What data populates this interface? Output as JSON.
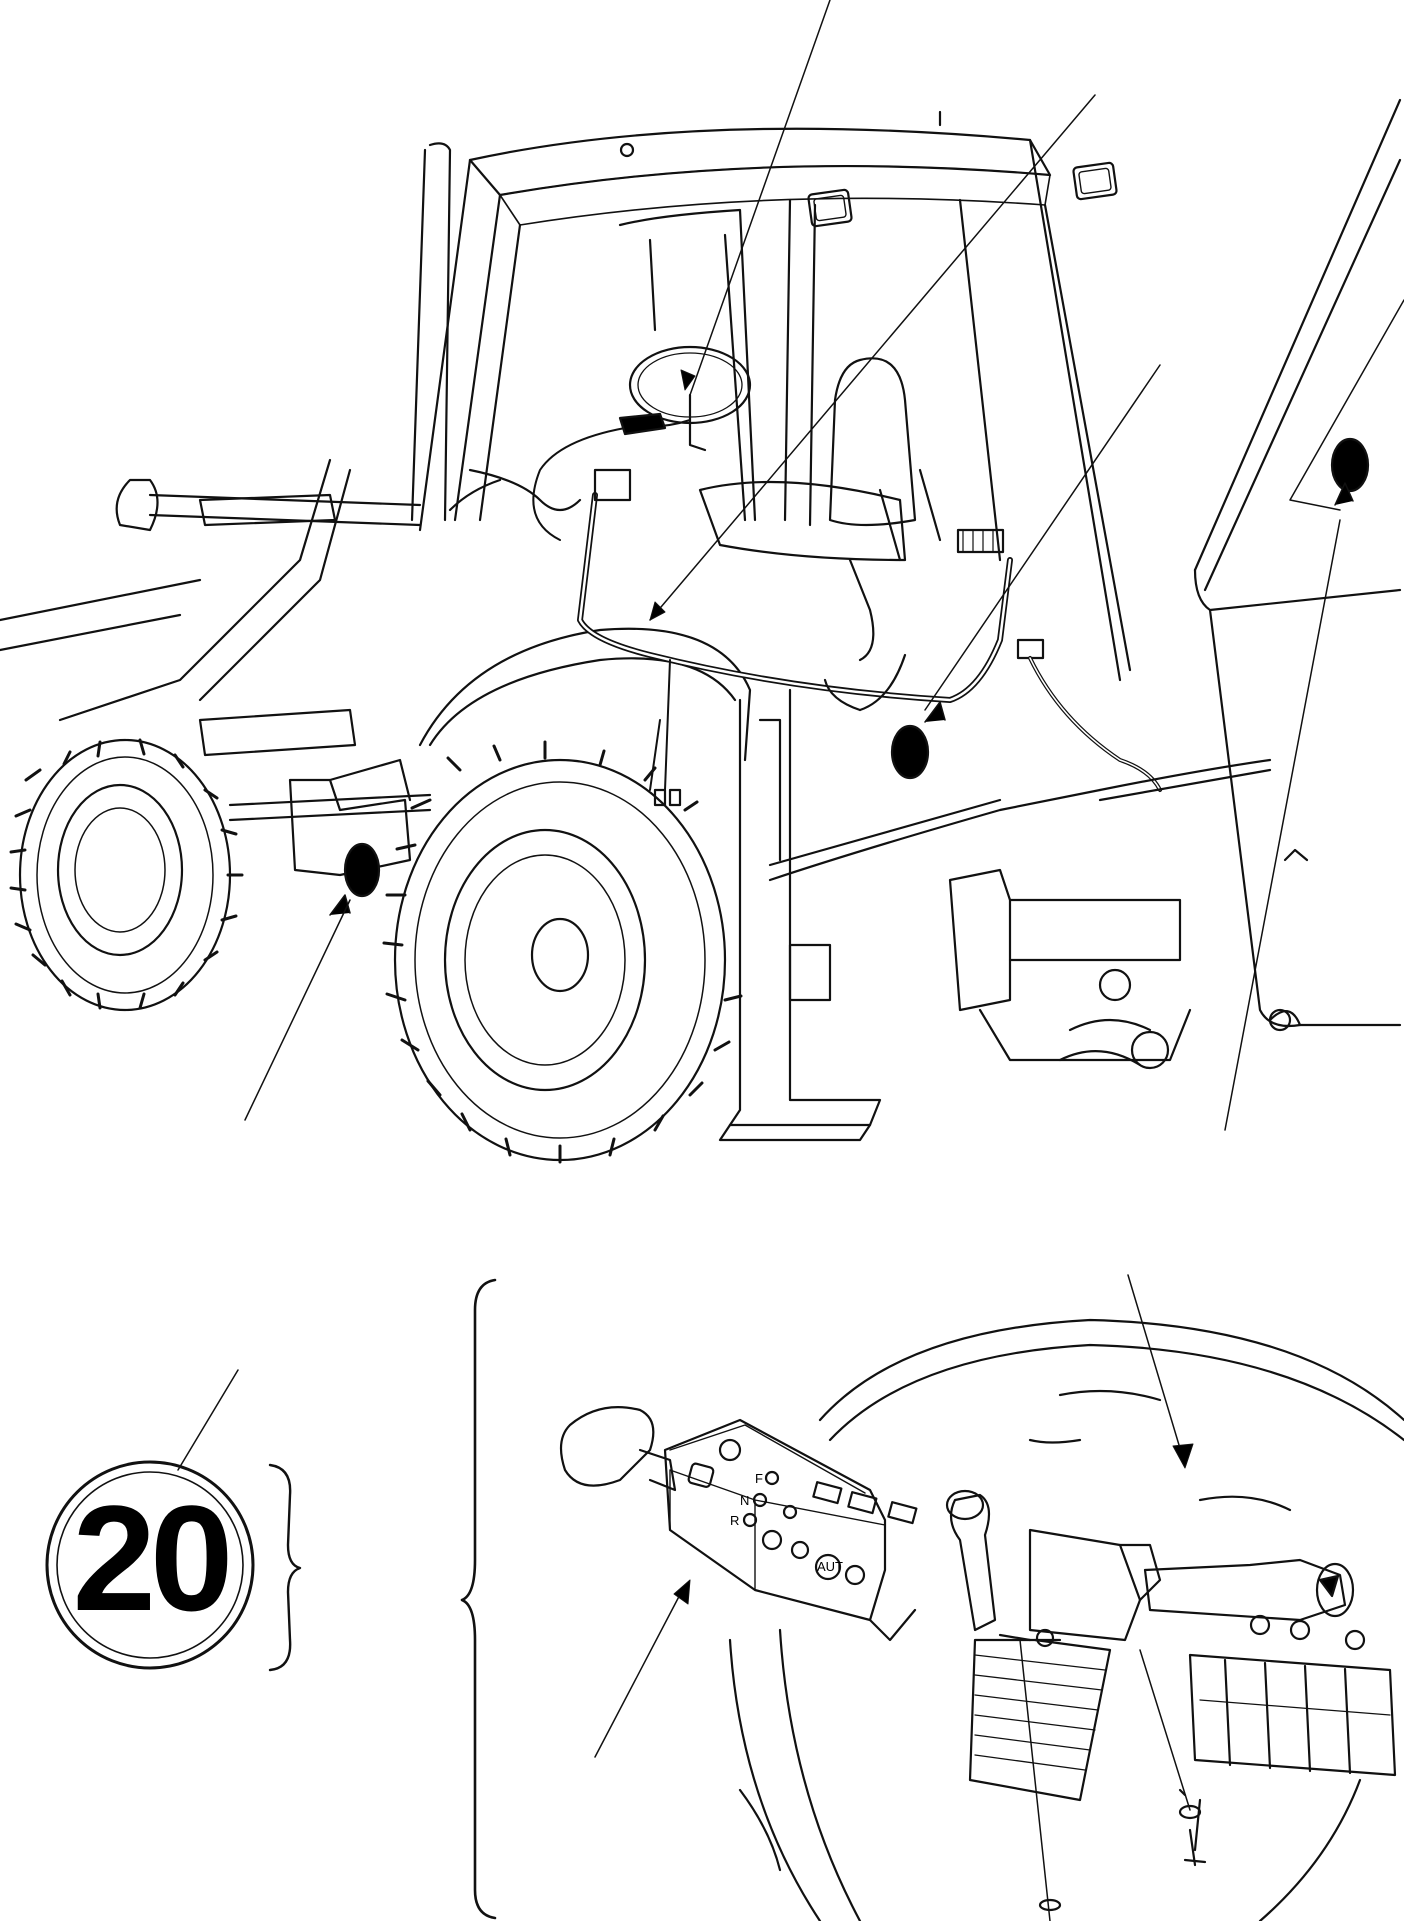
{
  "callout": {
    "number": "20"
  },
  "control_panel": {
    "labels": [
      "F",
      "N",
      "R",
      "AUT"
    ]
  },
  "colors": {
    "line": "#111111",
    "background": "#ffffff",
    "marker": "#000000"
  }
}
